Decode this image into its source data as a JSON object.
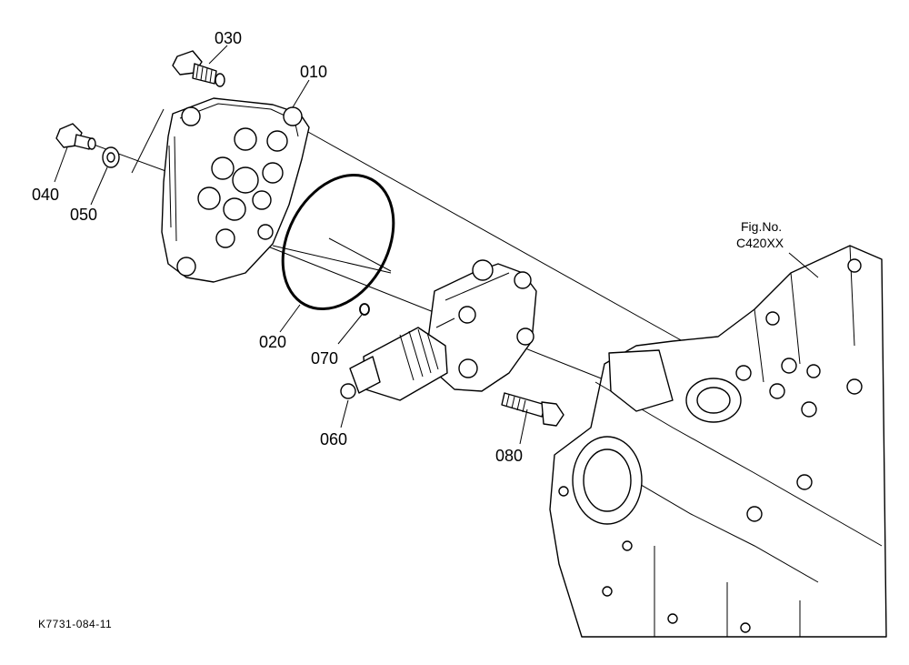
{
  "parts": [
    {
      "no": "030"
    },
    {
      "no": "010"
    },
    {
      "no": "040"
    },
    {
      "no": "050"
    },
    {
      "no": "020"
    },
    {
      "no": "070"
    },
    {
      "no": "060"
    },
    {
      "no": "080"
    }
  ],
  "reference": {
    "line1": "Fig.No.",
    "line2": "C420XX"
  },
  "drawing_code": "K7731-084-11"
}
